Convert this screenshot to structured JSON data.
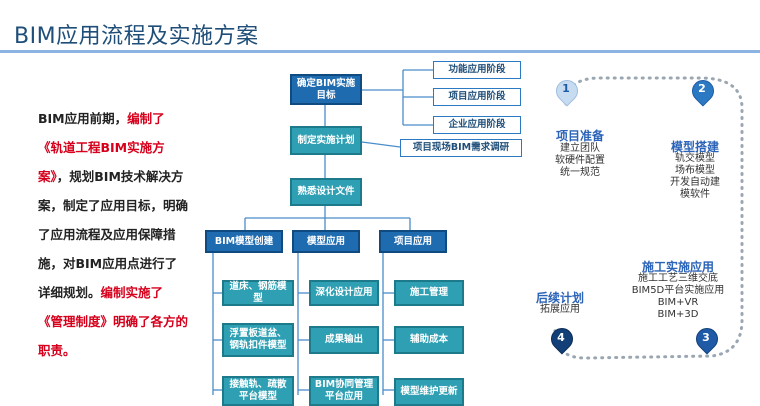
{
  "title": "BIM应用流程及实施方案",
  "intro": {
    "p1": "BIM应用前期，",
    "p2": "编制了《轨道工程BIM实施方案》",
    "p3": "，规划BIM技术解决方案，制定了应用目标，明确了应用流程及应用保障措施，对BIM应用点进行了详细规划。",
    "p4": "编制实施了《管理制度》明确了各方的职责。"
  },
  "flow": {
    "goal": "确定BIM实施目标",
    "plan": "制定实施计划",
    "design": "熟悉设计文件",
    "stages": [
      "功能应用阶段",
      "项目应用阶段",
      "企业应用阶段"
    ],
    "research": "项目现场BIM需求调研",
    "columns": [
      {
        "head": "BIM模型创建",
        "items": [
          "道床、钢筋模型",
          "浮置板道盆、钢轨扣件模型",
          "接触轨、疏散平台模型"
        ]
      },
      {
        "head": "模型应用",
        "items": [
          "深化设计应用",
          "成果输出",
          "BIM协同管理平台应用"
        ]
      },
      {
        "head": "项目应用",
        "items": [
          "施工管理",
          "辅助成本",
          "模型维护更新"
        ]
      }
    ]
  },
  "steps": [
    {
      "num": "1",
      "title": "项目准备",
      "items": [
        "建立团队",
        "软硬件配置",
        "统一规范"
      ]
    },
    {
      "num": "2",
      "title": "模型搭建",
      "items": [
        "轨交模型",
        "场布模型",
        "开发自动建",
        "模软件"
      ]
    },
    {
      "num": "3",
      "title": "施工实施应用",
      "items": [
        "施工工艺三维交底",
        "BIM5D平台实施应用",
        "BIM+VR",
        "BIM+3D"
      ]
    },
    {
      "num": "4",
      "title": "后续计划",
      "items": [
        "拓展应用"
      ]
    }
  ],
  "colors": {
    "accent": "#1f6bb0",
    "teal": "#2f9fb3",
    "red": "#d6001c",
    "pin_light": "#c7dcf0",
    "pin_dark": "#1f5aa6"
  }
}
